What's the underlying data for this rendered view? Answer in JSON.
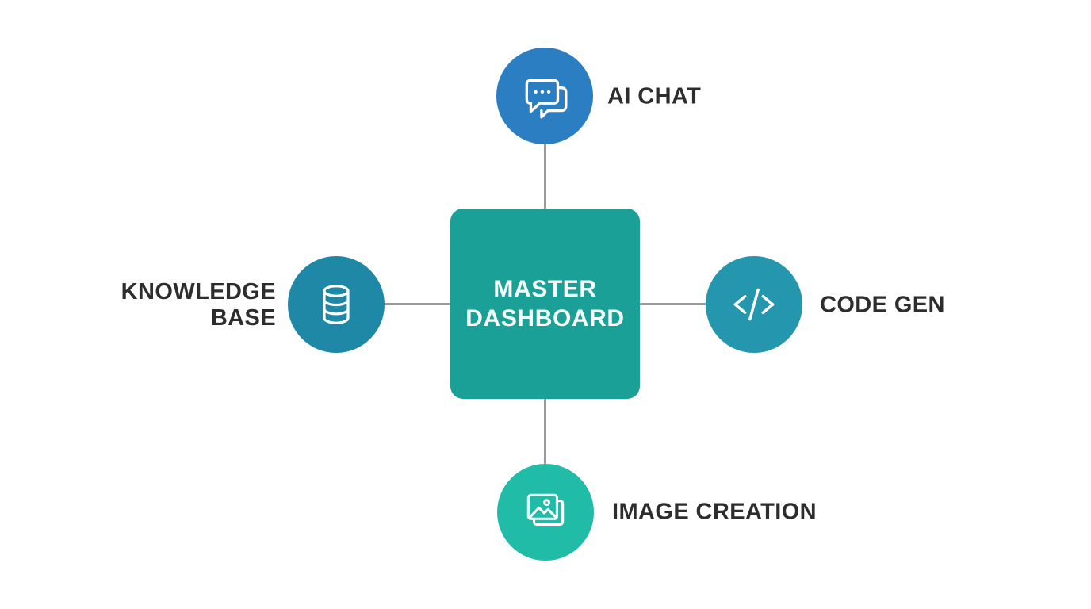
{
  "diagram": {
    "background": "#ffffff",
    "connector_color": "#9b9b9b",
    "label_color": "#2d2d2d",
    "center": {
      "label": "MASTER DASHBOARD",
      "color": "#1aa096",
      "text_color": "#f7fcfb"
    },
    "nodes": [
      {
        "id": "ai-chat",
        "label": "AI CHAT",
        "icon": "chat-bubbles-icon",
        "color": "#2c7ec2",
        "position": "top"
      },
      {
        "id": "code-gen",
        "label": "CODE GEN",
        "icon": "code-icon",
        "color": "#2496ad",
        "position": "right"
      },
      {
        "id": "image-creation",
        "label": "IMAGE CREATION",
        "icon": "image-icon",
        "color": "#20bca8",
        "position": "bottom"
      },
      {
        "id": "knowledge-base",
        "label": "KNOWLEDGE BASE",
        "icon": "database-icon",
        "color": "#1e88a6",
        "position": "left"
      }
    ]
  }
}
